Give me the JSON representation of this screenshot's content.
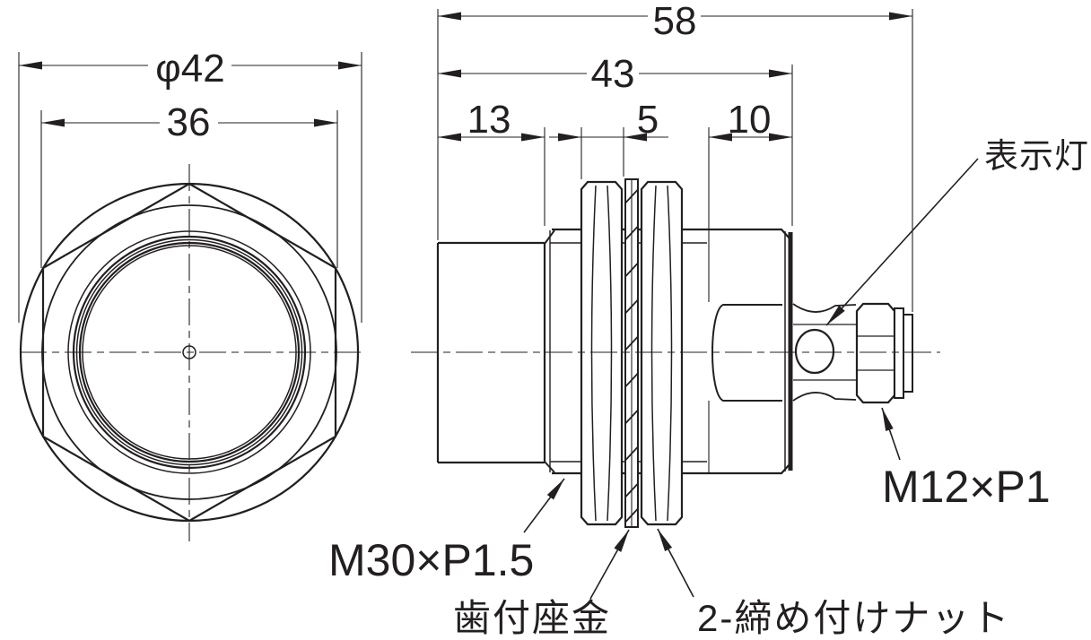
{
  "drawing": {
    "type": "mechanical-dimension-drawing",
    "views": [
      "front-view",
      "side-view"
    ],
    "line_color": "#231f20",
    "background_color": "#ffffff"
  },
  "front_view": {
    "dim_outer_diameter": "φ42",
    "dim_across_flats": "36"
  },
  "side_view": {
    "dim_overall_length": "58",
    "dim_body_length": "43",
    "dim_head_length": "13",
    "dim_nut_thickness": "5",
    "dim_clamp_length": "10"
  },
  "labels": {
    "indicator_lamp": "表示灯",
    "connector_thread": "M12×P1",
    "mounting_thread": "M30×P1.5",
    "toothed_washer": "歯付座金",
    "clamping_nuts": "2-締め付けナット"
  }
}
